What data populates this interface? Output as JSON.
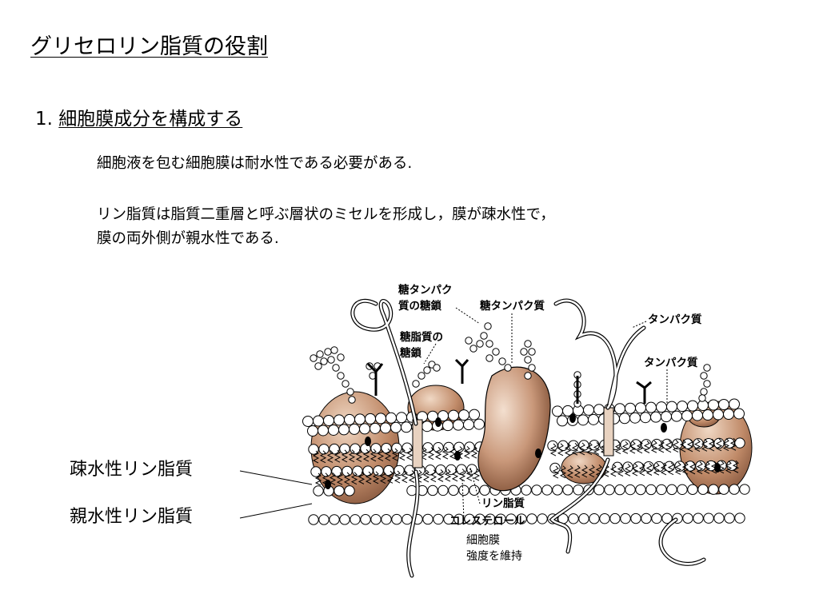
{
  "slide": {
    "title": "グリセロリン脂質の役割",
    "point_number": "1.",
    "point_heading": "細胞膜成分を構成する",
    "paragraph1": "細胞液を包む細胞膜は耐水性である必要がある.",
    "paragraph2_line1": "リン脂質は脂質二重層と呼ぶ層状のミセルを形成し，膜が疎水性で，",
    "paragraph2_line2": "膜の両外側が親水性である.",
    "label_hydrophobic": "疎水性リン脂質",
    "label_hydrophilic": "親水性リン脂質"
  },
  "figure": {
    "labels": {
      "glycoprotein_chain_1": "糖タンパク",
      "glycoprotein_chain_2": "質の糖鎖",
      "glycoprotein": "糖タンパク質",
      "glycolipid_chain_1": "糖脂質の",
      "glycolipid_chain_2": "糖鎖",
      "protein_1": "タンパク質",
      "protein_2": "タンパク質",
      "phospholipid": "リン脂質",
      "cholesterol": "コレステロール",
      "cholesterol_note_1": "細胞膜",
      "cholesterol_note_2": "強度を維持"
    },
    "colors": {
      "protein_fill": "#c9987a",
      "protein_dark": "#8e5a3c",
      "head_fill": "#ffffff",
      "line": "#000000"
    }
  }
}
